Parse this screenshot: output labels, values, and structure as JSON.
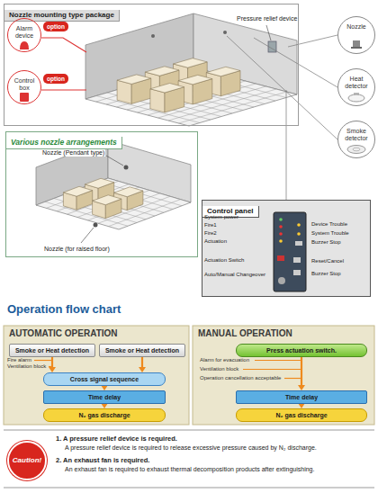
{
  "diagram": {
    "nodes": [
      {
        "text": [
          "Nozzle mounting type package"
        ]
      },
      {
        "text": [
          "Alarm device"
        ],
        "in": 0
      },
      {
        "text": [
          "option"
        ],
        "in": 0
      },
      {
        "text": [
          "Control box"
        ],
        "in": 0
      },
      {
        "text": [
          "option"
        ],
        "in": 0
      },
      {
        "text": [
          "Nozzle"
        ]
      },
      {
        "text": [
          "Heat detector"
        ]
      },
      {
        "text": [
          "Smoke detector"
        ]
      },
      {
        "text": [
          "Various nozzle arrangements"
        ]
      },
      {
        "text": [
          "Control panel"
        ]
      },
      {
        "text": [
          "AUTOMATIC OPERATION"
        ]
      },
      {
        "text": [
          "Smoke or Heat detection"
        ],
        "in": 10
      },
      {
        "text": [
          "Smoke or Heat detection"
        ],
        "in": 10
      },
      {
        "text": [
          "Cross signal sequence"
        ],
        "in": 10
      },
      {
        "text": [
          "Time delay"
        ],
        "in": 10
      },
      {
        "text": [
          "N₂ gas discharge"
        ],
        "in": 10
      },
      {
        "text": [
          "MANUAL OPERATION"
        ]
      },
      {
        "text": [
          "Press actuation switch."
        ],
        "in": 16
      },
      {
        "text": [
          "Time delay"
        ],
        "in": 16
      },
      {
        "text": [
          "N₂ gas discharge"
        ],
        "in": 16
      },
      {
        "text": [
          "Caution!"
        ]
      }
    ],
    "edges": [
      {
        "from": 11,
        "to": 13,
        "arrow": "to"
      },
      {
        "from": 12,
        "to": 13,
        "arrow": "to"
      },
      {
        "from": 13,
        "to": 14,
        "arrow": "to"
      },
      {
        "from": 14,
        "to": 15,
        "arrow": "to"
      },
      {
        "from": 17,
        "to": 18,
        "arrow": "to"
      },
      {
        "from": 18,
        "to": 19,
        "arrow": "to"
      }
    ],
    "labels": [
      "Pressure relief device",
      "Nozzle (Pendant type)",
      "Nozzle (for raised floor)",
      "System power",
      "Fire1",
      "Fire2",
      "Actuation",
      "Actuation Switch",
      "Auto/Manual Changeover",
      "Device Trouble",
      "System Trouble",
      "Buzzer Stop",
      "Reset/Cancel",
      "Buzzer Stop",
      "Operation flow chart",
      "Fire alarm",
      "Ventilation block",
      "Alarm for evacuation",
      "Ventilation block",
      "Operation cancellation acceptable",
      "1. A pressure relief device is required.",
      "A pressure relief device is required to release excessive pressure caused by N₂ discharge.",
      "2. An exhaust fan is required.",
      "An exhaust fan is required to exhaust thermal decomposition products after extinguishing."
    ]
  }
}
